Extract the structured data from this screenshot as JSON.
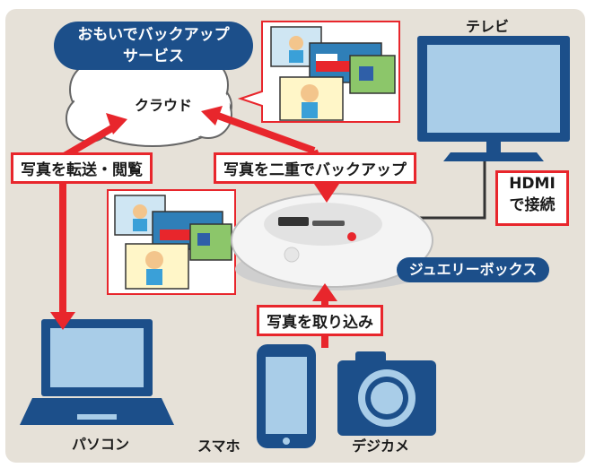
{
  "service_label_line1": "おもいでバックアップ",
  "service_label_line2": "サービス",
  "cloud_label": "クラウド",
  "tv_label": "テレビ",
  "hdmi_line1": "HDMI",
  "hdmi_line2": "で接続",
  "transfer_label": "写真を転送・閲覧",
  "double_backup_label": "写真を二重でバックアップ",
  "import_label": "写真を取り込み",
  "jewelry_box_label": "ジュエリーボックス",
  "pc_label": "パソコン",
  "phone_label": "スマホ",
  "camera_label": "デジカメ",
  "colors": {
    "navy": "#1c4f8a",
    "red": "#e8262c",
    "panel": "#e6e1d8"
  }
}
